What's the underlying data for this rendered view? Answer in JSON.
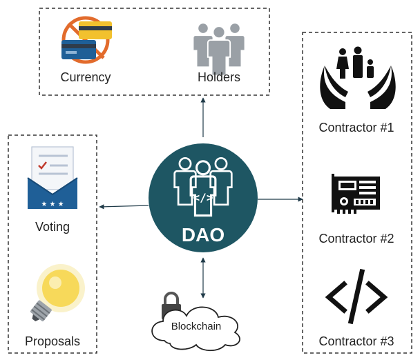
{
  "top_box": {
    "currency_label": "Currency",
    "holders_label": "Holders"
  },
  "left_box": {
    "voting_label": "Voting",
    "proposals_label": "Proposals"
  },
  "right_box": {
    "contractor1_label": "Contractor #1",
    "contractor2_label": "Contractor #2",
    "contractor3_label": "Contractor #3"
  },
  "center": {
    "dao_label": "DAO",
    "code_glyph": "</>"
  },
  "bottom": {
    "blockchain_label": "Blockchain"
  },
  "icons": {
    "currency": "currency-cards-icon",
    "holders": "people-group-icon",
    "voting": "ballot-envelope-icon",
    "proposals": "lightbulb-icon",
    "contractor1": "family-hands-icon",
    "contractor2": "circuit-board-icon",
    "contractor3": "code-brackets-icon",
    "blockchain": "lock-cloud-icon"
  },
  "colors": {
    "dao_circle": "#1e5663",
    "arrow": "#1f3a48",
    "box_border": "#333333",
    "holders_gray": "#9aa0a6",
    "envelope_blue": "#1f5f97",
    "bulb_yellow": "#f7d95a"
  }
}
